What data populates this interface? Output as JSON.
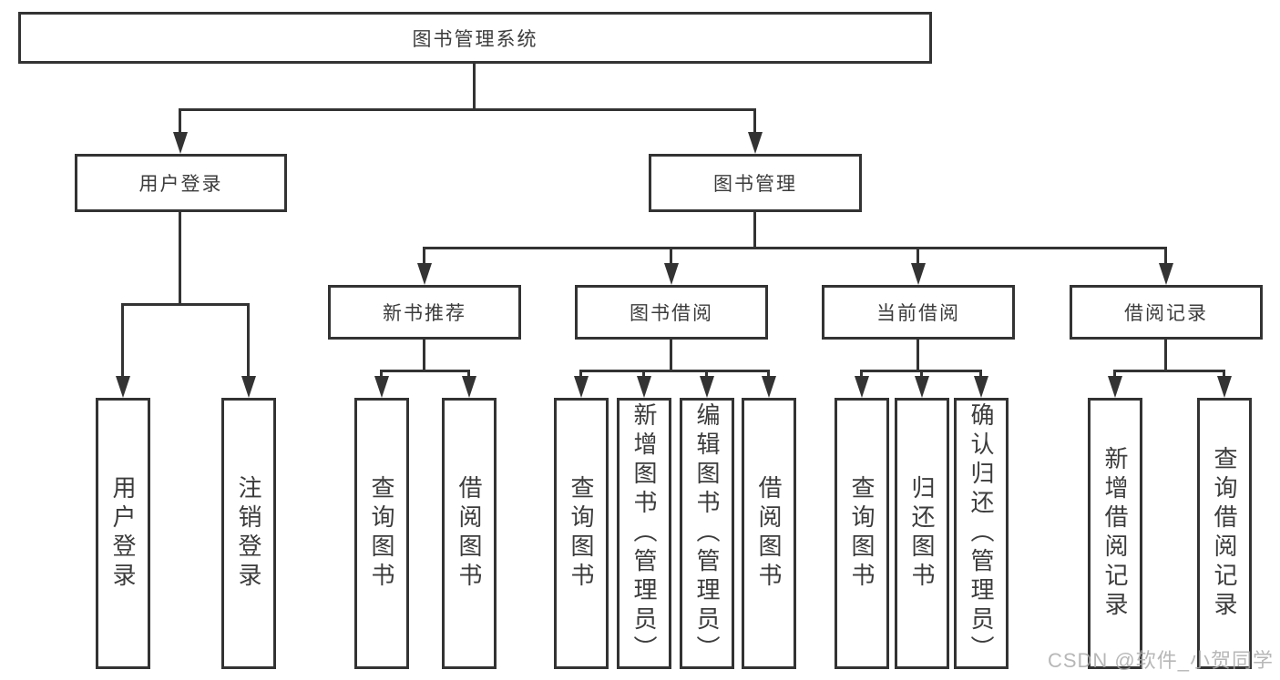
{
  "tree": {
    "root": {
      "label": "图书管理系统"
    },
    "children": [
      {
        "label": "用户登录",
        "children": [
          {
            "label": "用户登录"
          },
          {
            "label": "注销登录"
          }
        ]
      },
      {
        "label": "图书管理",
        "children": [
          {
            "label": "新书推荐",
            "children": [
              {
                "label": "查询图书"
              },
              {
                "label": "借阅图书"
              }
            ]
          },
          {
            "label": "图书借阅",
            "children": [
              {
                "label": "查询图书"
              },
              {
                "label": "新增图书（管理员）"
              },
              {
                "label": "编辑图书（管理员）"
              },
              {
                "label": "借阅图书"
              }
            ]
          },
          {
            "label": "当前借阅",
            "children": [
              {
                "label": "查询图书"
              },
              {
                "label": "归还图书"
              },
              {
                "label": "确认归还（管理员）"
              }
            ]
          },
          {
            "label": "借阅记录",
            "children": [
              {
                "label": "新增借阅记录"
              },
              {
                "label": "查询借阅记录"
              }
            ]
          }
        ]
      }
    ]
  },
  "watermark": {
    "text": "CSDN @软件_小贺同学"
  },
  "colors": {
    "line": "#333333",
    "text": "#3c3c3c",
    "background": "#ffffff",
    "watermark": "#aaaaaa"
  }
}
